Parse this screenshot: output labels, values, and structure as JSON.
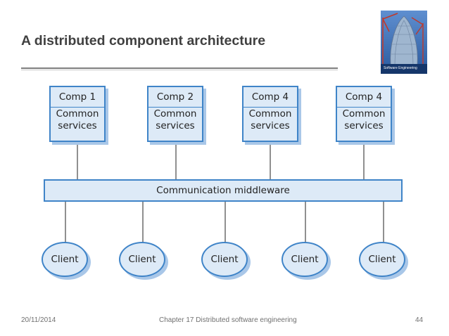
{
  "slide": {
    "title": "A distributed component architecture",
    "cover_text": "Software Engineering",
    "date": "20/11/2014",
    "chapter": "Chapter 17 Distributed software engineering",
    "page_number": "44"
  },
  "diagram": {
    "components": [
      {
        "name": "Comp 1",
        "services_line1": "Common",
        "services_line2": "services"
      },
      {
        "name": "Comp 2",
        "services_line1": "Common",
        "services_line2": "services"
      },
      {
        "name": "Comp 4",
        "services_line1": "Common",
        "services_line2": "services"
      },
      {
        "name": "Comp 4",
        "services_line1": "Common",
        "services_line2": "services"
      }
    ],
    "middleware": "Communication middleware",
    "clients": [
      "Client",
      "Client",
      "Client",
      "Client",
      "Client"
    ]
  },
  "colors": {
    "box_fill": "#ddeaf7",
    "box_border": "#3f84c8",
    "box_shadow": "#a9c7e8",
    "title_text": "#404040"
  }
}
